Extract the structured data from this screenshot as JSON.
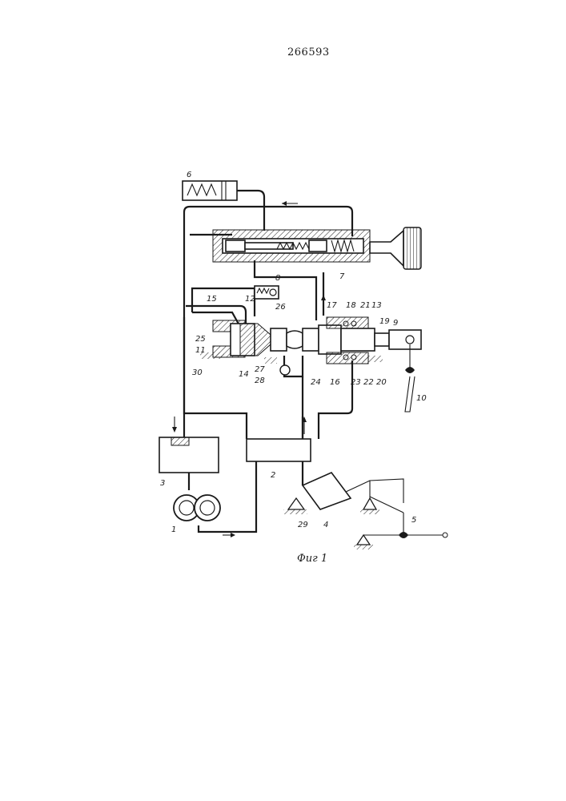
{
  "document": {
    "patent_number": "266593",
    "figure_caption": "Фиг 1"
  },
  "labels": {
    "l1": "1",
    "l2": "2",
    "l3": "3",
    "l4": "4",
    "l5": "5",
    "l6": "6",
    "l7": "7",
    "l8": "8",
    "l9": "9",
    "l10": "10",
    "l11": "11",
    "l12": "12",
    "l13": "13",
    "l14": "14",
    "l15": "15",
    "l16": "16",
    "l17": "17",
    "l18": "18",
    "l19": "19",
    "l20": "20",
    "l21": "21",
    "l22": "22",
    "l23": "23",
    "l24": "24",
    "l25": "25",
    "l26": "26",
    "l27": "27",
    "l28": "28",
    "l29": "29",
    "l30": "30"
  }
}
